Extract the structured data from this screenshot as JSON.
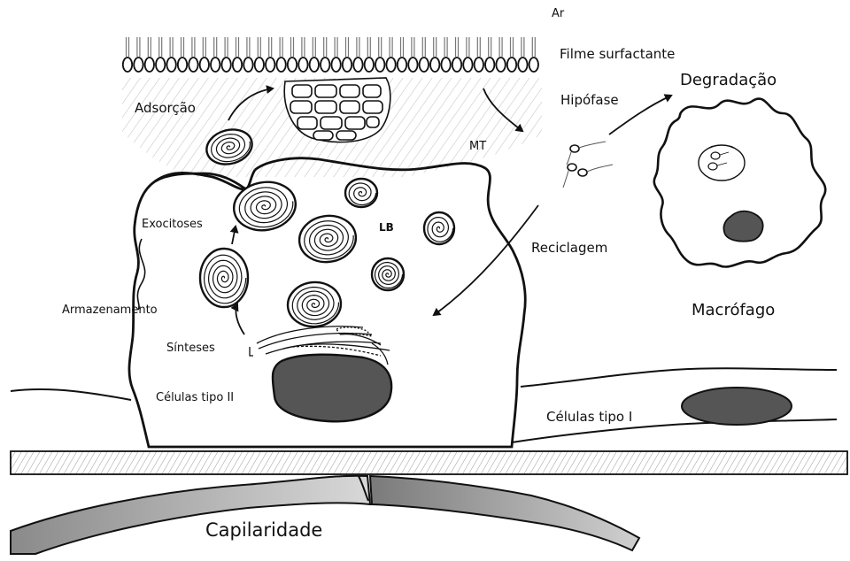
{
  "labels": {
    "air": "Ar",
    "surfactant_film": "Filme surfactante",
    "hypophase": "Hipófase",
    "degradation": "Degradação",
    "adsorption": "Adsorção",
    "mt": "MT",
    "exocytosis": "Exocitoses",
    "lb": "LB",
    "recycling": "Reciclagem",
    "storage": "Armazenamento",
    "macrophage": "Macrófago",
    "synthesis": "Sínteses",
    "type2_cells": "Células tipo II",
    "type1_cells": "Células tipo I",
    "capillary": "Capilaridade"
  },
  "icons": {
    "surfactant_film": "phospholipid-monolayer-icon",
    "tubular_myelin": "lattice-icon",
    "lamellar_body": "spiral-lamellar-body-icon",
    "vesicle": "small-vesicle-icon",
    "nucleus": "nucleus-icon",
    "macrophage": "macrophage-cell-icon",
    "arrow": "arrow-icon"
  },
  "colors": {
    "line": "#111111",
    "nucleus": "#555555",
    "hatch": "#bdbdbd",
    "membrane_band": "#d6d6d6",
    "capillary_fill": "#a8a8a8"
  }
}
